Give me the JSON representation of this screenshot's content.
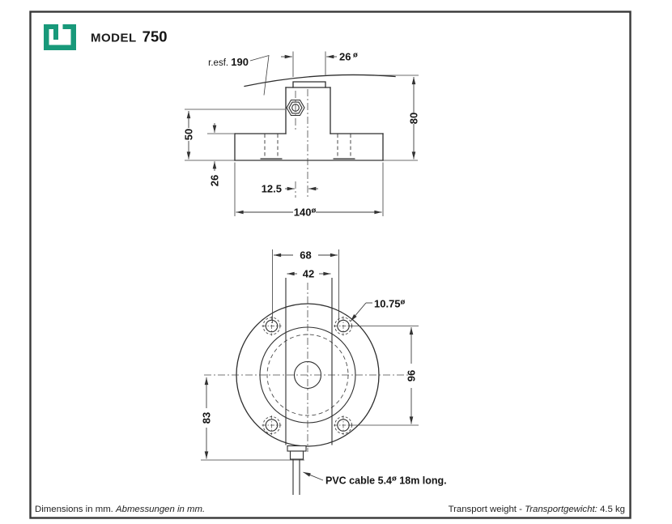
{
  "colors": {
    "accent_green": "#18997a",
    "ink": "#1c1c1c",
    "line": "#3a3a3a"
  },
  "symbols": {
    "diameter": "ø"
  },
  "header": {
    "model_label": "MODEL",
    "model_number": "750"
  },
  "side_view": {
    "spherical_radius_label": "r.esf. ",
    "spherical_radius_value": "190",
    "boss_diameter": "26",
    "total_height": "80",
    "cable_exit_height": "50",
    "flange_thickness": "26",
    "cable_offset": "12.5",
    "flange_diameter": "140"
  },
  "bottom_view": {
    "hole_spacing_width": "68",
    "body_width": "42",
    "hole_diameter": "10.75",
    "hole_spacing_height": "96",
    "cable_gland_drop": "83",
    "cable_note_prefix": "PVC cable 5.4",
    "cable_note_suffix": " 18m long."
  },
  "footer": {
    "dimensions_en": "Dimensions in mm. ",
    "dimensions_de": "Abmessungen in mm.",
    "transport_en": "Transport weight - ",
    "transport_de": "Transportgewicht:",
    "transport_value": " 4.5 kg"
  }
}
